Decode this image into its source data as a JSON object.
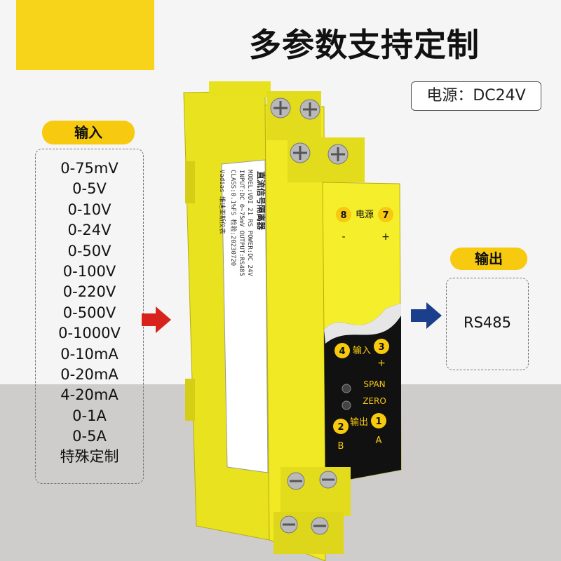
{
  "headline": "多参数支持定制",
  "power": "电源：DC24V",
  "input": {
    "label": "输入",
    "items": [
      "0-75mV",
      "0-5V",
      "0-10V",
      "0-24V",
      "0-50V",
      "0-100V",
      "0-220V",
      "0-500V",
      "0-1000V",
      "0-10mA",
      "0-20mA",
      "4-20mA",
      "0-1A",
      "0-5A",
      "特殊定制"
    ]
  },
  "output": {
    "label": "输出",
    "value": "RS485"
  },
  "device": {
    "label_title": "直流信号隔离器",
    "label_lines": [
      "MODEL:VDI 21 RS   POWER:DC 24V",
      "INPUT:DC 0~75mV  OUTPUT:RS485",
      "CLASS:0.1%FS     检验:20230720",
      "Vadias 维迪亚斯仪表"
    ],
    "terminal_top": [
      "8",
      "电源",
      "7"
    ],
    "terminal_mid": [
      "4",
      "输入",
      "3"
    ],
    "terminal_bot": [
      "2",
      "输出",
      "1"
    ],
    "pot_labels": [
      "SPAN",
      "ZERO"
    ],
    "pol_labels": [
      "-",
      "+",
      "+",
      "B",
      "A"
    ]
  },
  "colors": {
    "accent_yellow": "#f7c90f",
    "arrow_in": "#d8231c",
    "arrow_out": "#1b3f8c",
    "device_yellow": "#f5ee2a"
  }
}
